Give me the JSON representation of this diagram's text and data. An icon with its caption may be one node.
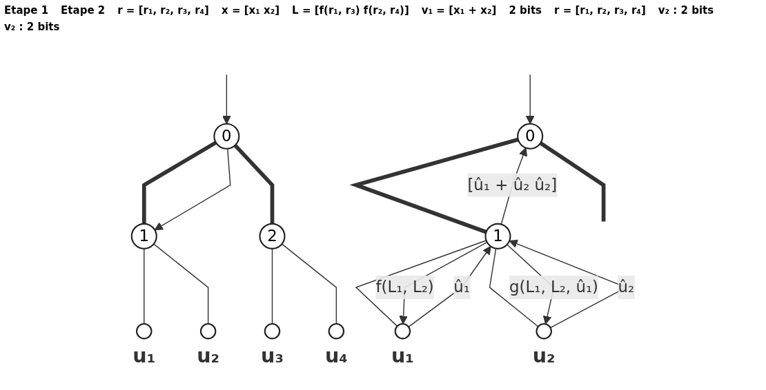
{
  "diagram": {
    "nodes": [
      {
        "text": [
          "0"
        ]
      },
      {
        "text": [
          "1"
        ]
      },
      {
        "text": [
          "2"
        ]
      },
      {
        "text": [],
        "shape": "circle",
        "beside": [
          "u₁"
        ]
      },
      {
        "text": [],
        "shape": "circle",
        "beside": [
          "u₂"
        ]
      },
      {
        "text": [],
        "shape": "circle",
        "beside": [
          "u₃"
        ]
      },
      {
        "text": [],
        "shape": "circle",
        "beside": [
          "u₄"
        ]
      },
      {
        "text": [
          "0"
        ]
      },
      {
        "text": [
          "1"
        ]
      },
      {
        "text": [],
        "shape": "circle",
        "beside": [
          "u₁"
        ]
      },
      {
        "text": [],
        "shape": "circle",
        "beside": [
          "u₂"
        ]
      }
    ],
    "edges": [
      {
        "from": null,
        "to": 0,
        "arrow": "to"
      },
      {
        "from": 0,
        "to": 1,
        "arrow": "none",
        "style": "thick"
      },
      {
        "from": 0,
        "to": 2,
        "arrow": "none",
        "style": "thick"
      },
      {
        "from": 1,
        "to": 3,
        "arrow": "none"
      },
      {
        "from": 1,
        "to": 4,
        "arrow": "none"
      },
      {
        "from": 2,
        "to": 5,
        "arrow": "none"
      },
      {
        "from": 2,
        "to": 6,
        "arrow": "none"
      },
      {
        "from": 0,
        "to": 1,
        "arrow": "to"
      },
      {
        "from": null,
        "to": 7,
        "arrow": "to"
      },
      {
        "from": 7,
        "to": 8,
        "arrow": "none",
        "style": "thick"
      },
      {
        "from": 7,
        "to": null,
        "arrow": "none",
        "style": "thick"
      },
      {
        "from": 8,
        "to": 7,
        "arrow": "to",
        "label": "[û₁ + û₂  û₂]"
      },
      {
        "from": 8,
        "to": 9,
        "arrow": "none"
      },
      {
        "from": 8,
        "to": 10,
        "arrow": "none"
      },
      {
        "from": 8,
        "to": 9,
        "arrow": "to",
        "label": "f(L₁, L₂)"
      },
      {
        "from": 9,
        "to": 8,
        "arrow": "to",
        "label": "û₁"
      },
      {
        "from": 10,
        "to": 8,
        "arrow": "to",
        "label": "û₂"
      },
      {
        "from": 8,
        "to": 10,
        "arrow": "to",
        "label": "g(L₁, L₂, û₁)"
      }
    ],
    "labels": [
      "Etape 1",
      "Etape 2",
      "r = [r₁, r₂, r₃, r₄]",
      "x = [x₁ x₂]",
      "L = [f(r₁, r₃) f(r₂, r₄)]",
      "v₁ = [x₁ + x₂]",
      "2 bits",
      "r = [r₁, r₂, r₃, r₄]",
      "v₂ : 2 bits",
      "v₂ : 2 bits"
    ]
  }
}
